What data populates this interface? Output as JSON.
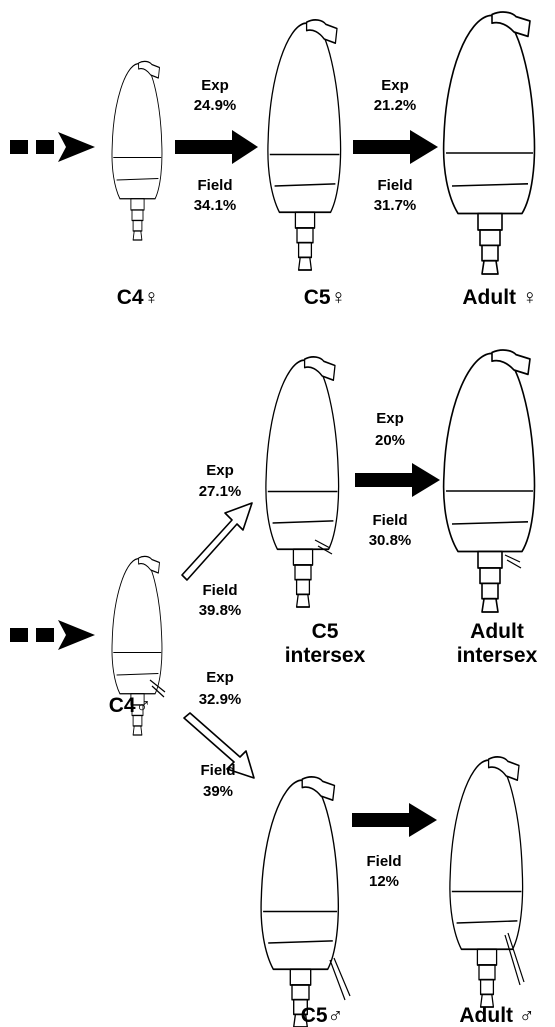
{
  "rows": {
    "female": {
      "transitions": [
        {
          "exp_label": "Exp",
          "exp_value": "24.9%",
          "field_label": "Field",
          "field_value": "34.1%"
        },
        {
          "exp_label": "Exp",
          "exp_value": "21.2%",
          "field_label": "Field",
          "field_value": "31.7%"
        }
      ],
      "stages": [
        "C4♀",
        "C5♀",
        "Adult ♀"
      ]
    },
    "intersex": {
      "transitions": [
        {
          "exp_label": "Exp",
          "exp_value": "27.1%",
          "field_label": "Field",
          "field_value": "39.8%"
        },
        {
          "exp_label": "Exp",
          "exp_value": "20%",
          "field_label": "Field",
          "field_value": "30.8%"
        }
      ],
      "stages": [
        {
          "line1": "C5",
          "line2": "intersex"
        },
        {
          "line1": "Adult",
          "line2": "intersex"
        }
      ]
    },
    "male": {
      "start_stage": "C4♂",
      "transitions": [
        {
          "exp_label": "Exp",
          "exp_value": "32.9%",
          "field_label": "Field",
          "field_value": "39%"
        },
        {
          "field_label": "Field",
          "field_value": "12%"
        }
      ],
      "stages": [
        "C5♂",
        "Adult ♂"
      ]
    }
  },
  "arrow_styles": {
    "solid": "#000000",
    "outline": "#ffffff"
  }
}
